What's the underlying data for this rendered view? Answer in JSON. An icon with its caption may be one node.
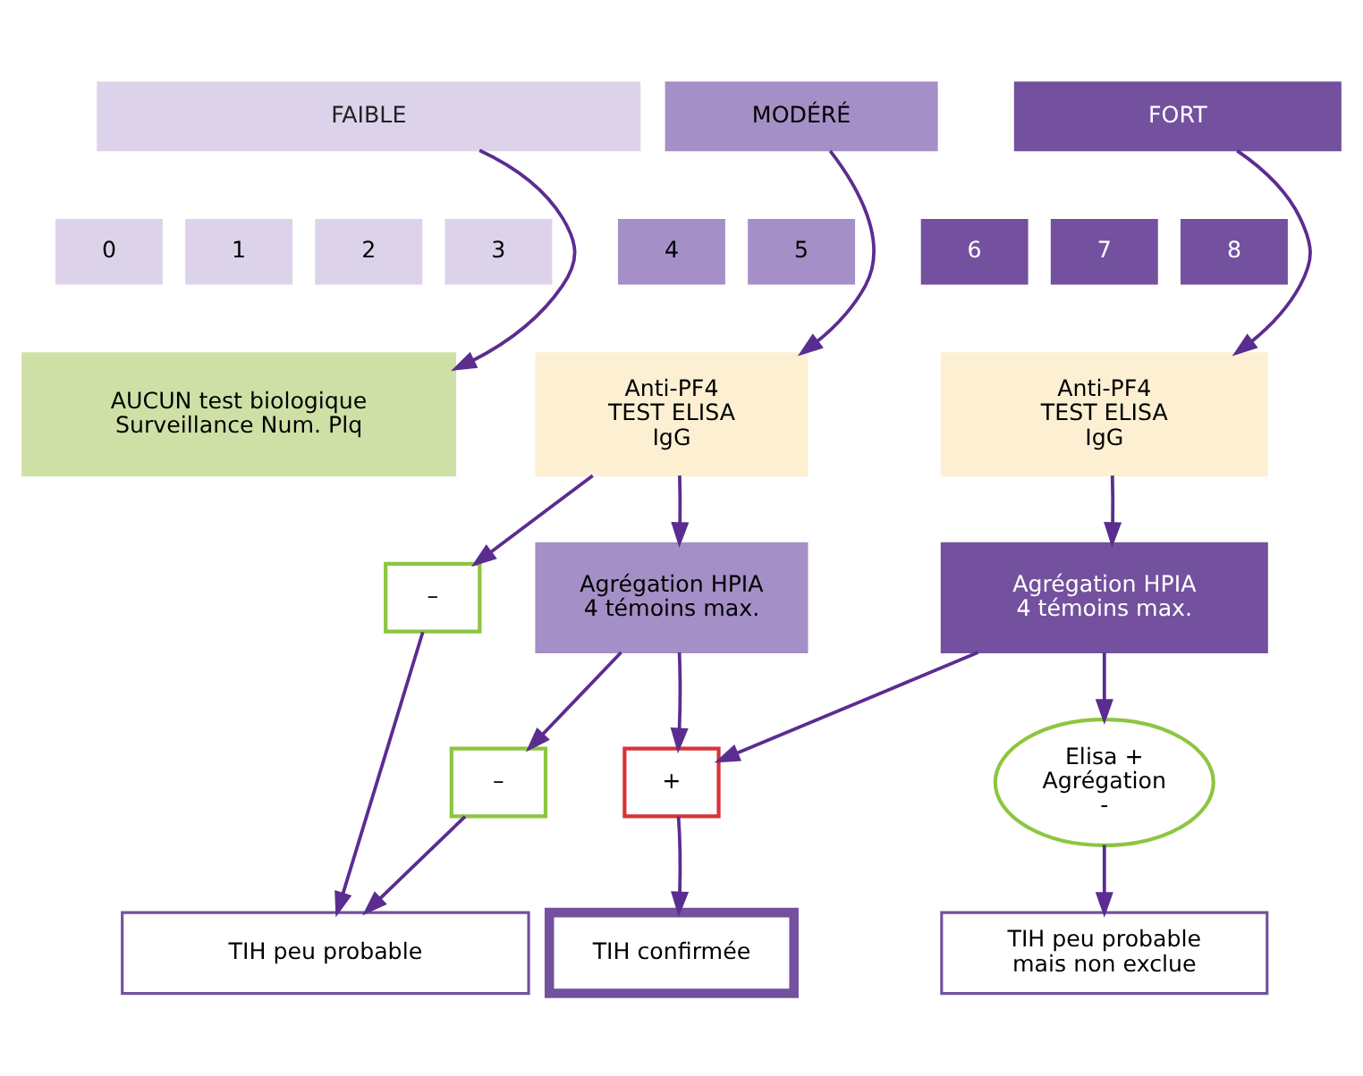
{
  "diagram": {
    "nodes": [
      {
        "text": [
          "FAIBLE"
        ]
      },
      {
        "text": [
          "MODÉRÉ"
        ]
      },
      {
        "text": [
          "FORT"
        ]
      },
      {
        "text": [
          "0"
        ]
      },
      {
        "text": [
          "1"
        ]
      },
      {
        "text": [
          "2"
        ]
      },
      {
        "text": [
          "3"
        ]
      },
      {
        "text": [
          "4"
        ]
      },
      {
        "text": [
          "5"
        ]
      },
      {
        "text": [
          "6"
        ]
      },
      {
        "text": [
          "7"
        ]
      },
      {
        "text": [
          "8"
        ]
      },
      {
        "text": [
          "AUCUN test biologique Surveillance Num. Plq"
        ]
      },
      {
        "text": [
          "Anti-PF4 TEST ELISA IgG"
        ]
      },
      {
        "text": [
          "Anti-PF4 TEST ELISA IgG"
        ]
      },
      {
        "text": [
          "–"
        ]
      },
      {
        "text": [
          "Agrégation HPIA 4 témoins max."
        ]
      },
      {
        "text": [
          "Agrégation HPIA 4 témoins max."
        ]
      },
      {
        "text": [
          "–"
        ]
      },
      {
        "text": [
          "+"
        ]
      },
      {
        "text": [
          "Elisa + Agrégation -"
        ]
      },
      {
        "text": [
          "TIH peu probable"
        ]
      },
      {
        "text": [
          "TIH confirmée"
        ]
      },
      {
        "text": [
          "TIH peu probable mais non exclue"
        ]
      }
    ],
    "edges": [
      {
        "from": 0,
        "to": 12,
        "arrow": "to"
      },
      {
        "from": 1,
        "to": 13,
        "arrow": "to"
      },
      {
        "from": 2,
        "to": 14,
        "arrow": "to"
      },
      {
        "from": 13,
        "to": 15,
        "arrow": "to"
      },
      {
        "from": 13,
        "to": 16,
        "arrow": "to"
      },
      {
        "from": 14,
        "to": 17,
        "arrow": "to"
      },
      {
        "from": 16,
        "to": 18,
        "arrow": "to"
      },
      {
        "from": 16,
        "to": 19,
        "arrow": "to"
      },
      {
        "from": 17,
        "to": 19,
        "arrow": "to"
      },
      {
        "from": 17,
        "to": 20,
        "arrow": "to"
      },
      {
        "from": 15,
        "to": 21,
        "arrow": "to"
      },
      {
        "from": 18,
        "to": 21,
        "arrow": "to"
      },
      {
        "from": 19,
        "to": 22,
        "arrow": "to"
      },
      {
        "from": 20,
        "to": 23,
        "arrow": "to"
      }
    ]
  }
}
